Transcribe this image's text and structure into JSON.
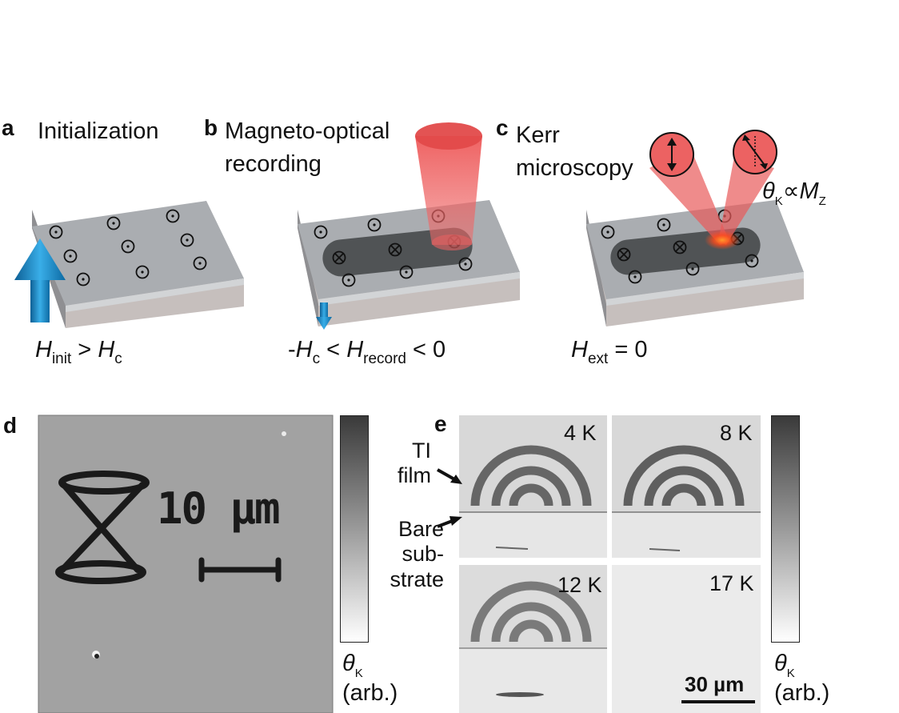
{
  "panels": {
    "a": {
      "letter": "a",
      "title": "Initialization",
      "field": {
        "H": "H",
        "sub1": "init",
        "op": " > ",
        "H2": "H",
        "sub2": "c"
      }
    },
    "b": {
      "letter": "b",
      "title_line1": "Magneto-optical",
      "title_line2": "recording",
      "field": {
        "prefix": "-",
        "H": "H",
        "sub1": "c",
        "op1": " < ",
        "H2": "H",
        "sub2": "record",
        "op2": " < 0"
      }
    },
    "c": {
      "letter": "c",
      "title_line1": "Kerr",
      "title_line2": "microscopy",
      "kerr_relation": {
        "theta": "θ",
        "sub": "K",
        "rel": "∝",
        "M": "M",
        "msub": "Z"
      },
      "field": {
        "H": "H",
        "sub1": "ext",
        "op": " = 0"
      }
    },
    "d": {
      "letter": "d",
      "written_text": "10 µm",
      "colorbar": {
        "theta": "θ",
        "sub": "K",
        "unit": "(arb.)"
      }
    },
    "e": {
      "letter": "e",
      "labels": {
        "tl_line1": "TI",
        "tl_line2": "film",
        "bare_line1": "Bare",
        "bare_line2": "sub-",
        "bare_line3": "strate"
      },
      "temperatures": [
        "4 K",
        "8 K",
        "12 K",
        "17 K"
      ],
      "scalebar": "30 µm",
      "colorbar": {
        "theta": "θ",
        "sub": "K",
        "unit": "(arb.)"
      }
    }
  },
  "colors": {
    "slab_top": "#aaadb1",
    "slab_side": "#c6bfbd",
    "arrow_blue": "#1f8ccc",
    "laser_red": "#e85a5a",
    "written_region": "#505355"
  }
}
